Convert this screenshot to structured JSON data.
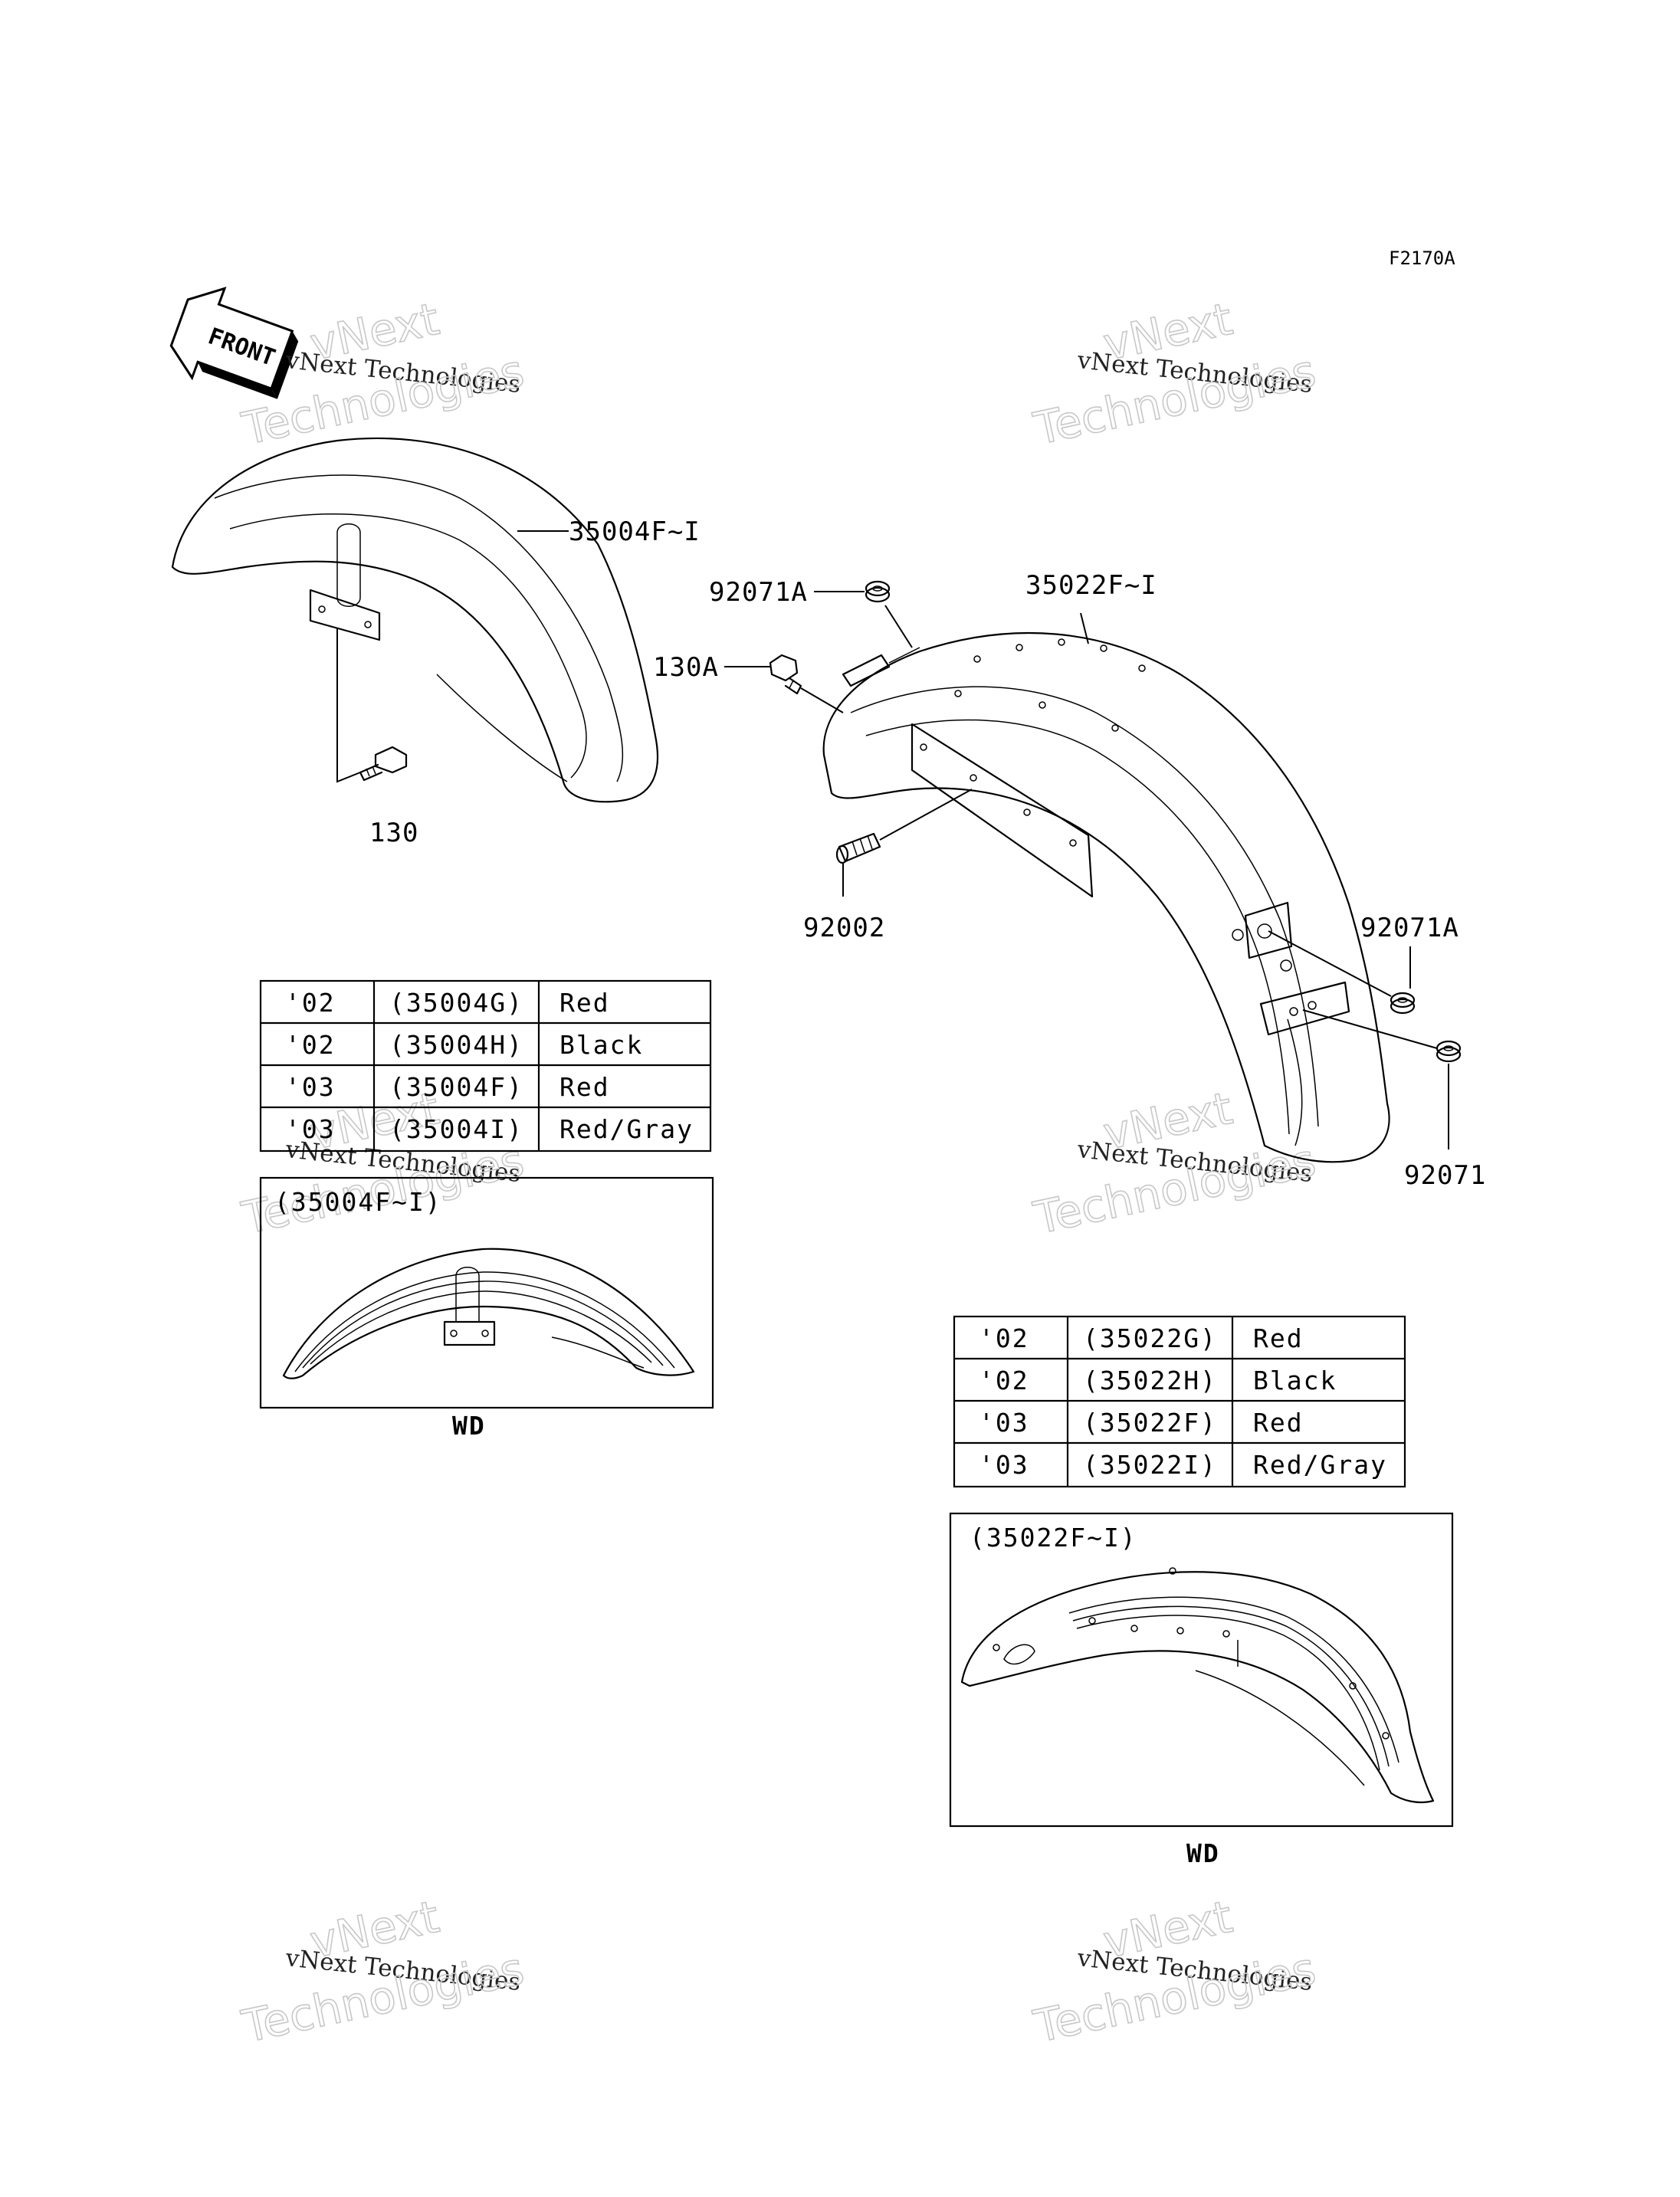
{
  "figure_code": "F2170A",
  "front_arrow": {
    "text": "FRONT",
    "icon": "front-arrow-icon"
  },
  "watermark": {
    "line1": "vNext",
    "line2": "vNext Technologies",
    "line3": "Technologies"
  },
  "callouts": {
    "front_fender": "35004F~I",
    "front_bolt": "130",
    "rear_fender": "35022F~I",
    "top_nut": "92071A",
    "rear_bolt": "130A",
    "stud": "92002",
    "side_nut": "92071A",
    "lower_nut": "92071"
  },
  "front_table": {
    "rows": [
      [
        "'02",
        "(35004G)",
        "Red"
      ],
      [
        "'02",
        "(35004H)",
        "Black"
      ],
      [
        "'03",
        "(35004F)",
        "Red"
      ],
      [
        "'03",
        "(35004I)",
        "Red/Gray"
      ]
    ]
  },
  "front_inset": {
    "title": "(35004F~I)",
    "caption": "WD"
  },
  "rear_table": {
    "rows": [
      [
        "'02",
        "(35022G)",
        "Red"
      ],
      [
        "'02",
        "(35022H)",
        "Black"
      ],
      [
        "'03",
        "(35022F)",
        "Red"
      ],
      [
        "'03",
        "(35022I)",
        "Red/Gray"
      ]
    ]
  },
  "rear_inset": {
    "title": "(35022F~I)",
    "caption": "WD"
  }
}
